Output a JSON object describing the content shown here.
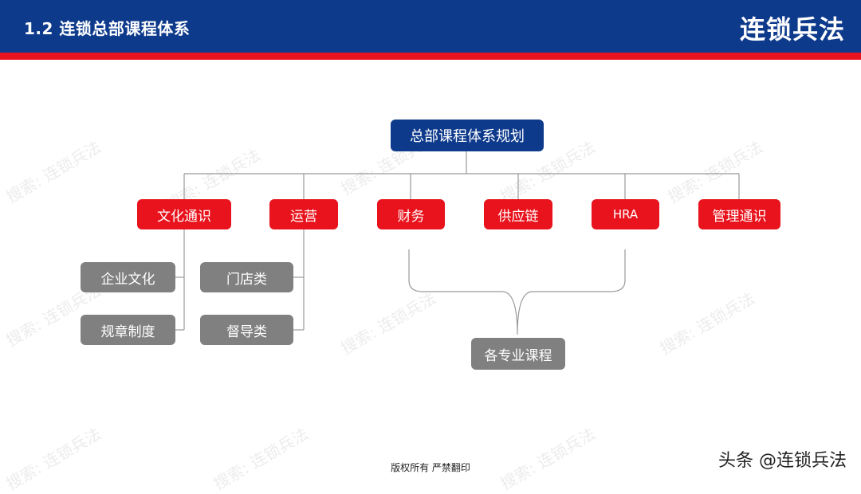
{
  "header": {
    "title": "1.2  连锁总部课程体系",
    "brand": "连锁兵法"
  },
  "diagram": {
    "root": "总部课程体系规划",
    "categories": [
      "文化通识",
      "运营",
      "财务",
      "供应链",
      "HRA",
      "管理通识"
    ],
    "culture_children": [
      "企业文化",
      "规章制度"
    ],
    "operations_children": [
      "门店类",
      "督导类"
    ],
    "bracket_target": "各专业课程"
  },
  "footer": {
    "copyright": "版权所有  严禁翻印",
    "signature": "头条 @连锁兵法"
  },
  "watermark": {
    "text": "搜索: 连锁兵法"
  },
  "colors": {
    "header_blue": "#0e3a8c",
    "accent_red": "#e8131c",
    "sub_gray": "#808080"
  }
}
